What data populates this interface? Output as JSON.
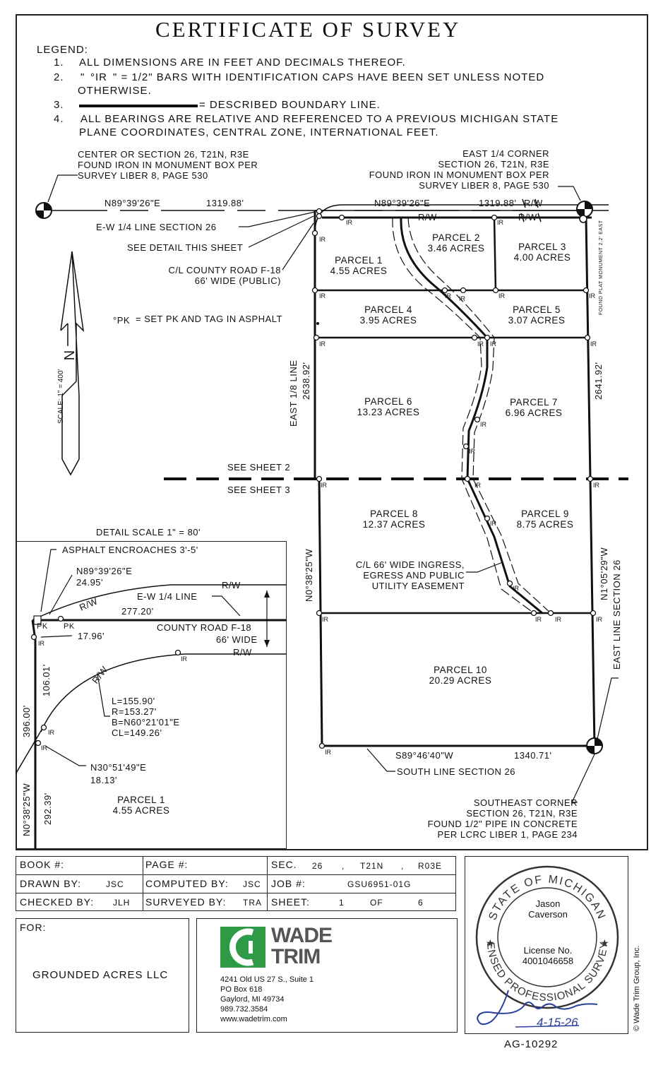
{
  "title": "CERTIFICATE OF SURVEY",
  "legend": {
    "heading": "LEGEND:",
    "items": [
      {
        "num": "1.",
        "text": "ALL DIMENSIONS ARE IN FEET AND DECIMALS THEREOF."
      },
      {
        "num": "2.",
        "text_a": "\"",
        "symbol": "°IR",
        "text_b": "\" = 1/2\" BARS WITH IDENTIFICATION CAPS HAVE BEEN SET UNLESS NOTED",
        "text_c": "OTHERWISE."
      },
      {
        "num": "3.",
        "text": "= DESCRIBED BOUNDARY LINE."
      },
      {
        "num": "4.",
        "text_a": "ALL BEARINGS ARE RELATIVE AND REFERENCED TO A PREVIOUS MICHIGAN STATE",
        "text_b": "PLANE COORDINATES, CENTRAL ZONE, INTERNATIONAL FEET."
      }
    ]
  },
  "notes": {
    "center": [
      "CENTER OR SECTION 26, T21N, R3E",
      "FOUND IRON IN MONUMENT BOX PER",
      "SURVEY LIBER 8, PAGE 530"
    ],
    "east_quarter": [
      "EAST 1/4 CORNER",
      "SECTION 26, T21N, R3E",
      "FOUND IRON IN MONUMENT BOX PER",
      "SURVEY LIBER 8, PAGE 530"
    ],
    "bearing_left": "N89°39'26\"E",
    "dist_left": "1319.88'",
    "bearing_right": "N89°39'26\"E",
    "dist_right": "1319.88'",
    "ew_line": "E-W 1/4 LINE SECTION 26",
    "see_detail": "SEE DETAIL THIS SHEET",
    "county_road": [
      "C/L COUNTY ROAD F-18",
      "66' WIDE (PUBLIC)"
    ],
    "pk_symbol": "°PK",
    "pk_note": "= SET PK AND TAG IN ASPHALT",
    "scale": "SCALE: 1\" = 400'",
    "east_eighth": "EAST 1/8 LINE",
    "dist_2638": "2638.92'",
    "dist_2641": "2641.92'",
    "see_sheet2": "SEE SHEET 2",
    "see_sheet3": "SEE SHEET 3",
    "bearing_west": "N0°38'25\"W",
    "bearing_east": "N1°05'29\"W",
    "east_line": "EAST LINE SECTION 26",
    "found_plat": "FOUND PLAT MONUMENT 2.2' EAST",
    "easement": [
      "C/L 66' WIDE INGRESS,",
      "EGRESS AND PUBLIC",
      "UTILITY EASEMENT"
    ],
    "south_bearing": "S89°46'40\"W",
    "south_dist": "1340.71'",
    "south_line": "SOUTH LINE SECTION 26",
    "southeast": [
      "SOUTHEAST CORNER",
      "SECTION 26, T21N, R3E",
      "FOUND 1/2\" PIPE IN CONCRETE",
      "PER LCRC LIBER 1, PAGE 234"
    ],
    "rw": "R/W",
    "ir": "IR",
    "pk": "PK"
  },
  "parcels": [
    {
      "name": "PARCEL 1",
      "acres": "4.55 ACRES"
    },
    {
      "name": "PARCEL 2",
      "acres": "3.46 ACRES"
    },
    {
      "name": "PARCEL 3",
      "acres": "4.00 ACRES"
    },
    {
      "name": "PARCEL 4",
      "acres": "3.95 ACRES"
    },
    {
      "name": "PARCEL 5",
      "acres": "3.07 ACRES"
    },
    {
      "name": "PARCEL 6",
      "acres": "13.23 ACRES"
    },
    {
      "name": "PARCEL 7",
      "acres": "6.96 ACRES"
    },
    {
      "name": "PARCEL 8",
      "acres": "12.37 ACRES"
    },
    {
      "name": "PARCEL 9",
      "acres": "8.75 ACRES"
    },
    {
      "name": "PARCEL 10",
      "acres": "20.29 ACRES"
    }
  ],
  "detail": {
    "scale": "DETAIL SCALE 1\" = 80'",
    "asphalt": "ASPHALT ENCROACHES 3'-5'",
    "bearing": "N89°39'26\"E",
    "dist_24": "24.95'",
    "ew": "E-W 1/4 LINE",
    "dist_277": "277.20'",
    "county": "COUNTY ROAD F-18",
    "wide": "66' WIDE",
    "dist_17": "17.96'",
    "dist_106": "106.01'",
    "dist_396": "396.00'",
    "curve": [
      "L=155.90'",
      "R=153.27'",
      "B=N60°21'01\"E",
      "CL=149.26'"
    ],
    "n30": "N30°51'49\"E",
    "dist_18": "18.13'",
    "n0": "N0°38'25\"W",
    "dist_292": "292.39'",
    "parcel": "PARCEL 1",
    "acres": "4.55 ACRES"
  },
  "titleblock": {
    "book_label": "BOOK #:",
    "page_label": "PAGE #:",
    "sec_label": "SEC.",
    "sec": "26",
    "twp": "T21N",
    "rng": "R03E",
    "drawn_label": "DRAWN BY:",
    "drawn": "JSC",
    "computed_label": "COMPUTED BY:",
    "computed": "JSC",
    "job_label": "JOB #:",
    "job": "GSU6951-01G",
    "checked_label": "CHECKED BY:",
    "checked": "JLH",
    "surveyed_label": "SURVEYED BY:",
    "surveyed": "TRA",
    "sheet_label": "SHEET:",
    "sheet": "1",
    "of": "OF",
    "total": "6",
    "comma": ","
  },
  "for_block": {
    "label": "FOR:",
    "client": "GROUNDED ACRES LLC"
  },
  "company": {
    "name1": "WADE",
    "name2": "TRIM",
    "address": [
      "4241 Old US 27 S., Suite 1",
      "PO Box 618",
      "Gaylord, MI 49734",
      "989.732.3584",
      "www.wadetrim.com"
    ]
  },
  "seal": {
    "ring": "STATE OF MICHIGAN",
    "ring_bottom": "LICENSED PROFESSIONAL SURVEYOR",
    "name1": "Jason",
    "name2": "Caverson",
    "license_label": "License No.",
    "license": "4001046658",
    "date": "4-15-26"
  },
  "ag": "AG-10292",
  "copyright": "© Wade Trim Group, Inc.",
  "colors": {
    "ink": "#111111",
    "logo_green": "#2e9a45",
    "signature_blue": "#2a3f9a"
  }
}
